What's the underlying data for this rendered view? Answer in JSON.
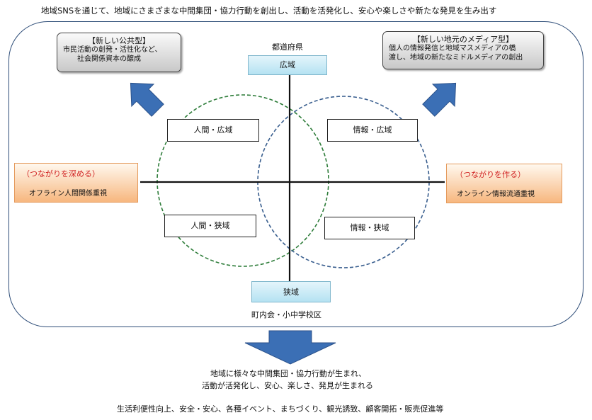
{
  "top_caption": "地域SNSを通じて、地域にさまざまな中間集団・協力行動を創出し、活動を活発化し、安心や楽しさや新たな発見を生み出す",
  "public_box": {
    "title": "【新しい公共型】",
    "line1": "市民活動の創発・活性化など、",
    "line2": "社会関係資本の醸成"
  },
  "media_box": {
    "title": "【新しい地元のメディア型】",
    "line1": "個人の情報発信と地域マスメディアの橋",
    "line2": "渡し、地域の新たなミドルメディアの創出"
  },
  "axis": {
    "top_label": "都道府県",
    "top_box": "広域",
    "bottom_box": "狭域",
    "bottom_label": "町内会・小中学校区"
  },
  "quadrants": {
    "top_left": "人間・広域",
    "top_right": "情報・広域",
    "bottom_left": "人間・狭域",
    "bottom_right": "情報・狭域"
  },
  "left_box": {
    "prefix": "（つながりを",
    "red": "深める",
    "suffix": "）",
    "sub": "オフライン人間関係重視"
  },
  "right_box": {
    "prefix": "（つながりを",
    "red": "作る",
    "suffix": "）",
    "sub": "オンライン情報流通重視"
  },
  "result": {
    "line1": "地域に様々な中間集団・協力行動が生まれ、",
    "line2": "活動が活発化し、安心、楽しさ、発見が生まれる",
    "line3": "生活利便性向上、安全・安心、各種イベント、まちづくり、観光誘致、顧客開拓・販売促進等"
  },
  "colors": {
    "frame": "#2e4d78",
    "arrow": "#3b6fb5",
    "green_circle": "#2e7d3a",
    "blue_circle": "#3a5f8f",
    "orange": "#f7b77f",
    "red_text": "#d02020"
  }
}
